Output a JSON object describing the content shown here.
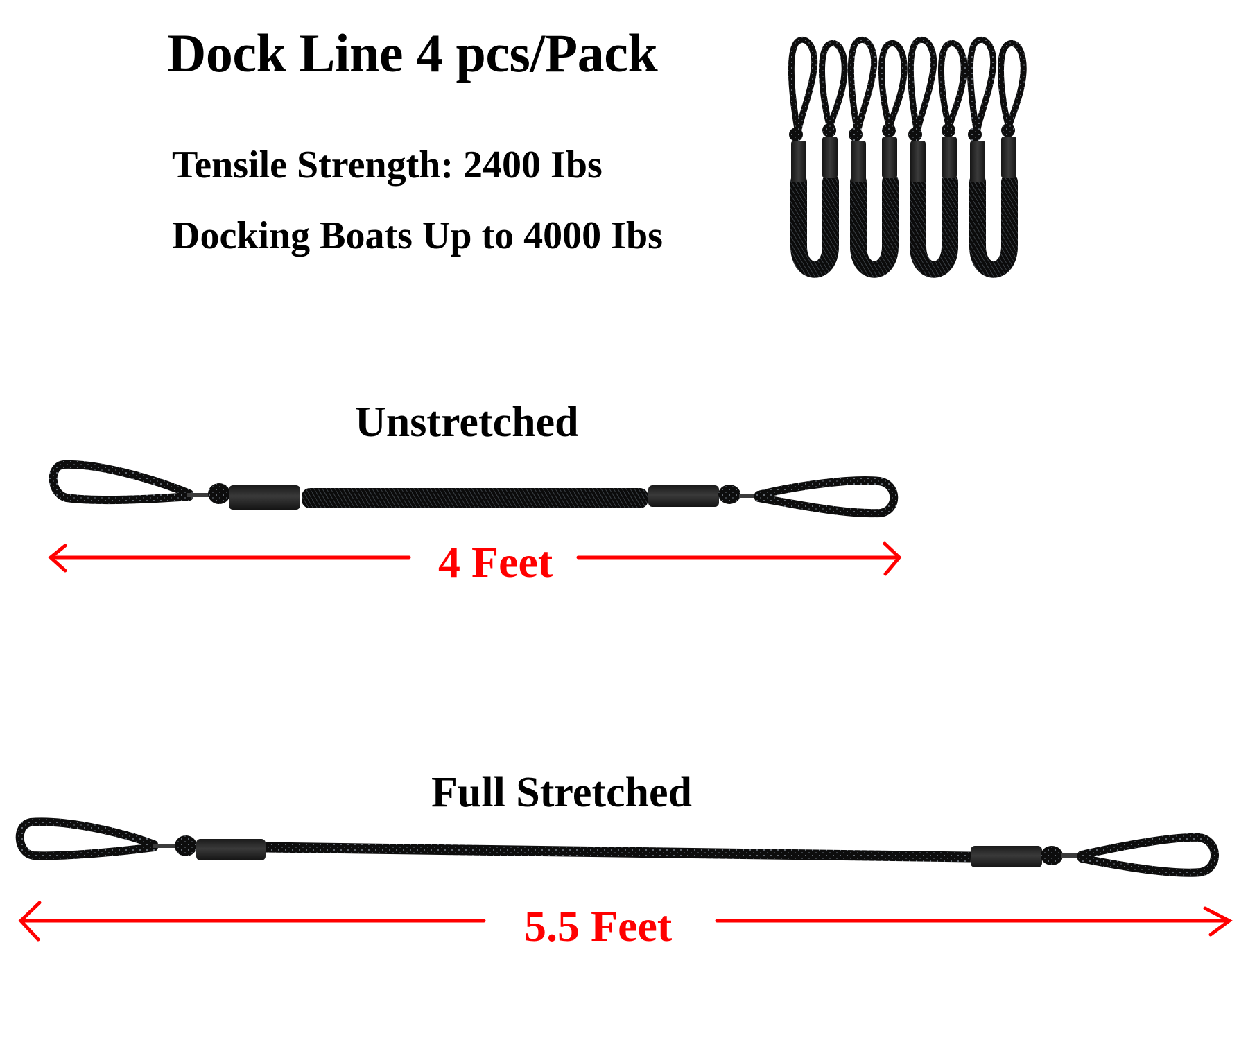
{
  "header": {
    "title": "Dock Line 4 pcs/Pack",
    "specs": [
      "Tensile Strength: 2400 Ibs",
      "Docking Boats Up to 4000 Ibs"
    ]
  },
  "product_pack": {
    "icon": "dock-line-bundle",
    "count": 4
  },
  "unstretched": {
    "label": "Unstretched",
    "measurement": "4 Feet",
    "length_ft": 4
  },
  "stretched": {
    "label": "Full Stretched",
    "measurement": "5.5 Feet",
    "length_ft": 5.5
  },
  "colors": {
    "text": "#000000",
    "measure": "#ff0000",
    "rope": "#111111",
    "sleeve": "#2a2a2a",
    "fleck": "#8a9199"
  }
}
